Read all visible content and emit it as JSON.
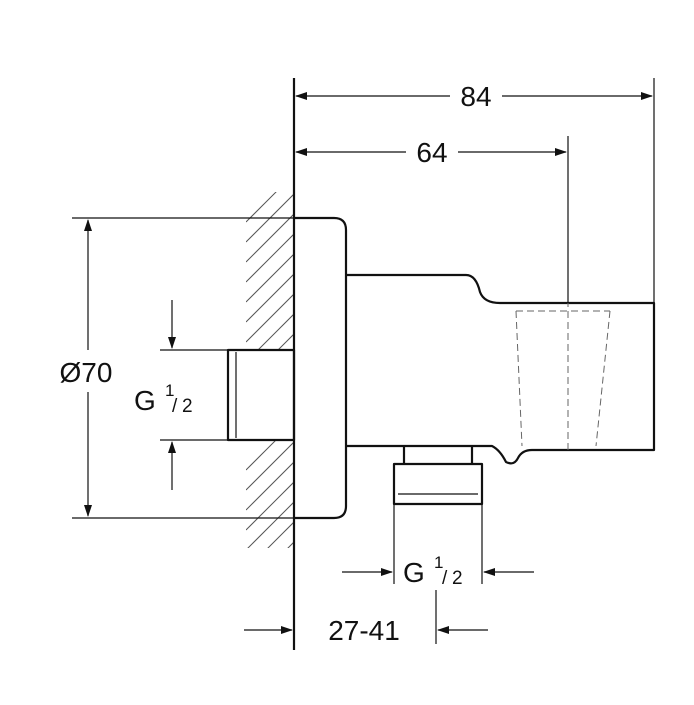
{
  "drawing": {
    "dimensions": {
      "overall_length": "84",
      "body_length": "64",
      "flange_diameter": "Ø70",
      "wall_thread": {
        "letter": "G",
        "numerator": "1",
        "denominator": "2"
      },
      "outlet_thread": {
        "letter": "G",
        "numerator": "1",
        "denominator": "2"
      },
      "wall_projection": "27-41"
    }
  }
}
